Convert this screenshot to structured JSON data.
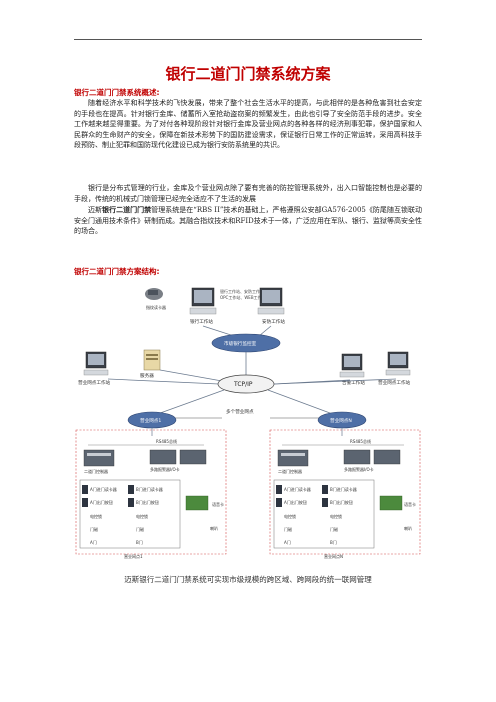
{
  "page": {
    "title": "银行二道门门禁系统方案",
    "overview_heading": "银行二道门门禁系统概述:",
    "paragraphs": [
      "随着经济水平和科学技术的飞快发展，带来了整个社会生活水平的提高，与此相伴的是各种危害到社会安定的手段也在提高。针对银行金库、储蓄所入室抢劫盗窃案的频繁发生，由此也引导了安全防范手段的进步。安全工作越来越显得重要。为了对付各种现阶段针对银行金库及营业网点的各种各样的经济刑事犯罪，保护国家和人民群众的生命财产的安全，保障在新技术形势下的国防建设需求，保证银行日常工作的正常运转，采用高科技手段预防、制止犯罪和国防现代化建设已成为银行安防系统里的共识。",
      "银行是分布式管理的行业，金库及个营业网点除了要有完善的防控管理系统外，出入口智能控制也是必要的手段，传统的机械式门锁管理已经完全适应不了生活的发展"
    ],
    "para3": {
      "prefix": "迈斯",
      "bold": "银行二道门门禁",
      "suffix": "管理系统是在“RBS II”技术的基础上，严格遵照公安部GA576-2005《防尾随互锁联动安全门通用技术条件》研制而成。其融合指纹技术和RFID技术于一体，广泛应用在军队、银行、监狱等高安全性的场合。"
    },
    "structure_heading": "银行二道门门禁方案结构:",
    "caption": "迈斯银行二道门门禁系统可实现市级规模的跨区域、跨网段的统一联网管理",
    "diagram": {
      "top_note1": "银行工作站、安防工作站、",
      "top_note2": "OPC工作站、WEB工作站...",
      "fingerprint": "指纹读卡器",
      "bank_ws": "银行工作站",
      "security_ws": "安防工作站",
      "control_room": "市级银行监控室",
      "server": "服务器",
      "alarm_ws": "告警工作站",
      "branch_ws": "营业网点工作站",
      "tcpip": "TCP/IP",
      "multi_branch": "多个营业网点",
      "branch1": "营业网点1",
      "branchN": "营业网点N",
      "rs485_bus": "RS485总线",
      "controller": "二道门控制器",
      "io_card": "多路报警器I/O卡",
      "door_a_reader": "A门进门读卡器",
      "door_a_exit": "A门出门按钮",
      "door_b_reader": "B门进门读卡器",
      "door_b_exit": "B门出门按钮",
      "lock": "电控锁",
      "contact": "门磁",
      "door_a": "A门",
      "door_b": "B门",
      "speaker": "语音卡",
      "horn": "喇叭",
      "left_footer": "营业网点1",
      "right_footer": "营业网点N"
    }
  }
}
